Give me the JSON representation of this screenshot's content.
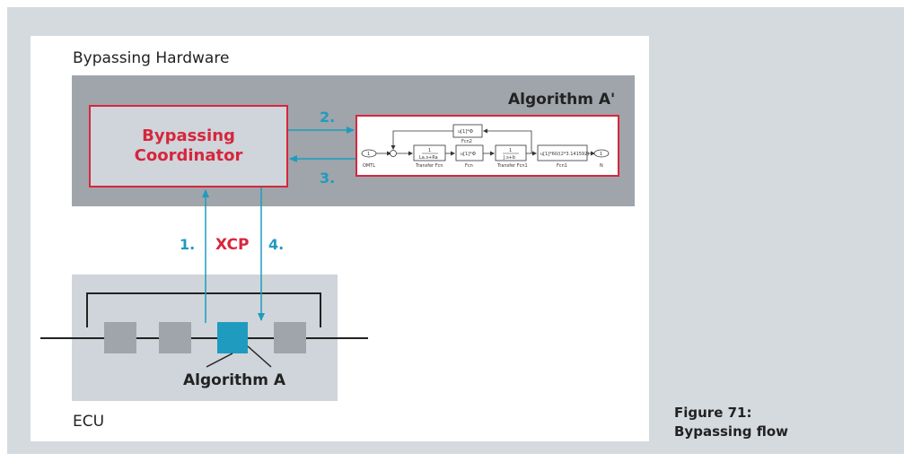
{
  "figure": {
    "hardware_label": "Bypassing Hardware",
    "coordinator_label": "Bypassing\nCoordinator",
    "algorithm_a_prime_title": "Algorithm A'",
    "algorithm_a_label": "Algorithm A",
    "ecu_label": "ECU",
    "protocol_label": "XCP",
    "steps": {
      "s1": "1.",
      "s2": "2.",
      "s3": "3.",
      "s4": "4."
    },
    "block_diagram": {
      "input_port": "1",
      "input_name": "OMTL",
      "output_port": "1",
      "output_name": "N",
      "tf1_top": "1",
      "tf1_bottom": "La.s+Ra",
      "tf1_name": "Transfer Fcn",
      "fcn_expr": "u[1]*Ф",
      "fcn_name": "Fcn",
      "tf2_top": "1",
      "tf2_bottom": "J.s+b",
      "tf2_name": "Transfer Fcn1",
      "fcn1_expr": "u[1]*60/(2*3.141592)",
      "fcn1_name": "Fcn1",
      "fcn2_expr": "u[1]*Ф",
      "fcn2_name": "Fcn2"
    }
  },
  "caption": {
    "line1": "Figure 71:",
    "line2": "Bypassing flow"
  },
  "colors": {
    "accent_red": "#d7263d",
    "accent_teal": "#1f9bbf",
    "hardware_gray": "#9fa5aa",
    "ecu_gray": "#cfd5da"
  }
}
